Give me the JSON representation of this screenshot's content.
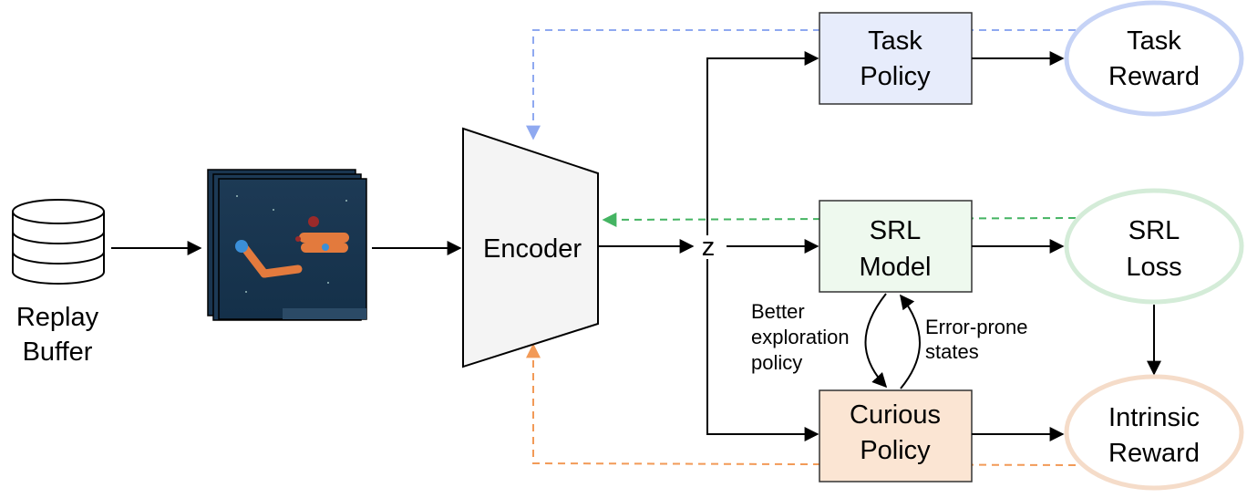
{
  "replay_buffer": {
    "line1": "Replay",
    "line2": "Buffer"
  },
  "encoder": {
    "label": "Encoder"
  },
  "latent": {
    "label": "z"
  },
  "task_policy": {
    "line1": "Task",
    "line2": "Policy"
  },
  "srl_model": {
    "line1": "SRL",
    "line2": "Model"
  },
  "curious_policy": {
    "line1": "Curious",
    "line2": "Policy"
  },
  "task_reward": {
    "line1": "Task",
    "line2": "Reward"
  },
  "srl_loss": {
    "line1": "SRL",
    "line2": "Loss"
  },
  "intrinsic_reward": {
    "line1": "Intrinsic",
    "line2": "Reward"
  },
  "edge_labels": {
    "better_exploration": [
      "Better",
      "exploration",
      "policy"
    ],
    "error_prone": [
      "Error-prone",
      "states"
    ]
  },
  "colors": {
    "blue": "#8fa9f0",
    "green": "#44b462",
    "orange": "#f29a57",
    "task_fill": "#e7ecfb",
    "srl_fill": "#eef9ee",
    "curious_fill": "#fbe5d3"
  }
}
